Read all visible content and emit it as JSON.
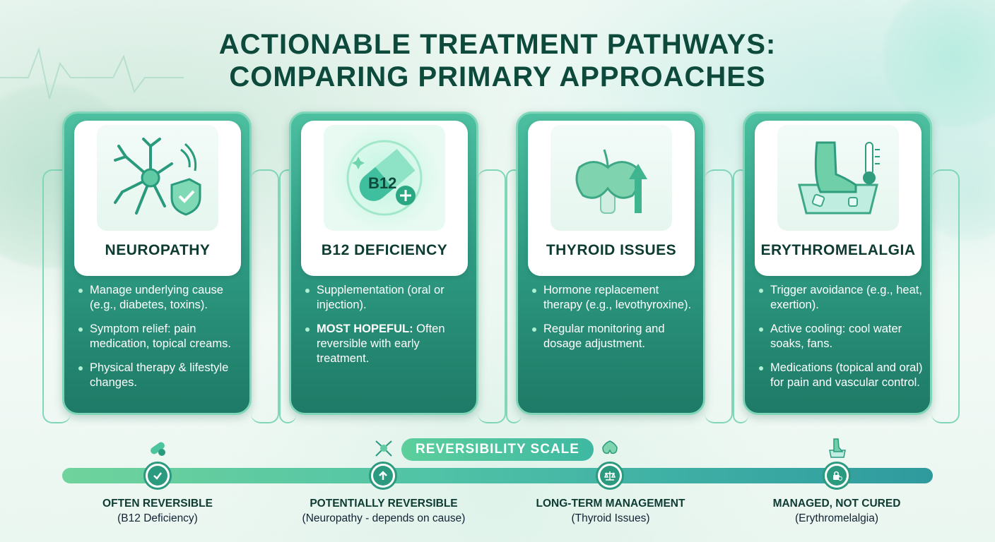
{
  "title": {
    "line1": "ACTIONABLE TREATMENT PATHWAYS:",
    "line2": "COMPARING PRIMARY APPROACHES"
  },
  "cards": [
    {
      "title": "NEUROPATHY",
      "icon": "neuron-shield-icon",
      "bullets": [
        "Manage underlying cause (e.g., diabetes, toxins).",
        "Symptom relief: pain medication, topical creams.",
        "Physical therapy & lifestyle changes."
      ]
    },
    {
      "title": "B12 DEFICIENCY",
      "icon": "b12-capsule-icon",
      "icon_text": "B12",
      "bullet1": "Supplementation (oral or injection).",
      "bullet2_strong": "MOST HOPEFUL:",
      "bullet2_rest": " Often reversible with early treatment."
    },
    {
      "title": "THYROID ISSUES",
      "icon": "thyroid-arrow-icon",
      "bullets": [
        "Hormone replacement therapy (e.g., levothyroxine).",
        "Regular monitoring and dosage adjustment."
      ]
    },
    {
      "title": "ERYTHROMELALGIA",
      "icon": "foot-cooling-icon",
      "bullets": [
        "Trigger avoidance (e.g., heat, exertion).",
        "Active cooling: cool water soaks, fans.",
        "Medications (topical and oral) for pain and vascular control."
      ]
    }
  ],
  "scale": {
    "label": "REVERSIBILITY SCALE",
    "points": [
      {
        "main": "OFTEN REVERSIBLE",
        "sub": "(B12 Deficiency)",
        "icon": "check-icon"
      },
      {
        "main": "POTENTIALLY REVERSIBLE",
        "sub": "(Neuropathy - depends on cause)",
        "icon": "arrow-up-icon"
      },
      {
        "main": "LONG-TERM MANAGEMENT",
        "sub": "(Thyroid Issues)",
        "icon": "scales-icon"
      },
      {
        "main": "MANAGED, NOT CURED",
        "sub": "(Erythromelalgia)",
        "icon": "lock-gear-icon"
      }
    ]
  },
  "colors": {
    "accent": "#2c9a7e",
    "title": "#0d4a3b",
    "card_top": "#4cc0a0",
    "card_bottom": "#1e7a66"
  }
}
